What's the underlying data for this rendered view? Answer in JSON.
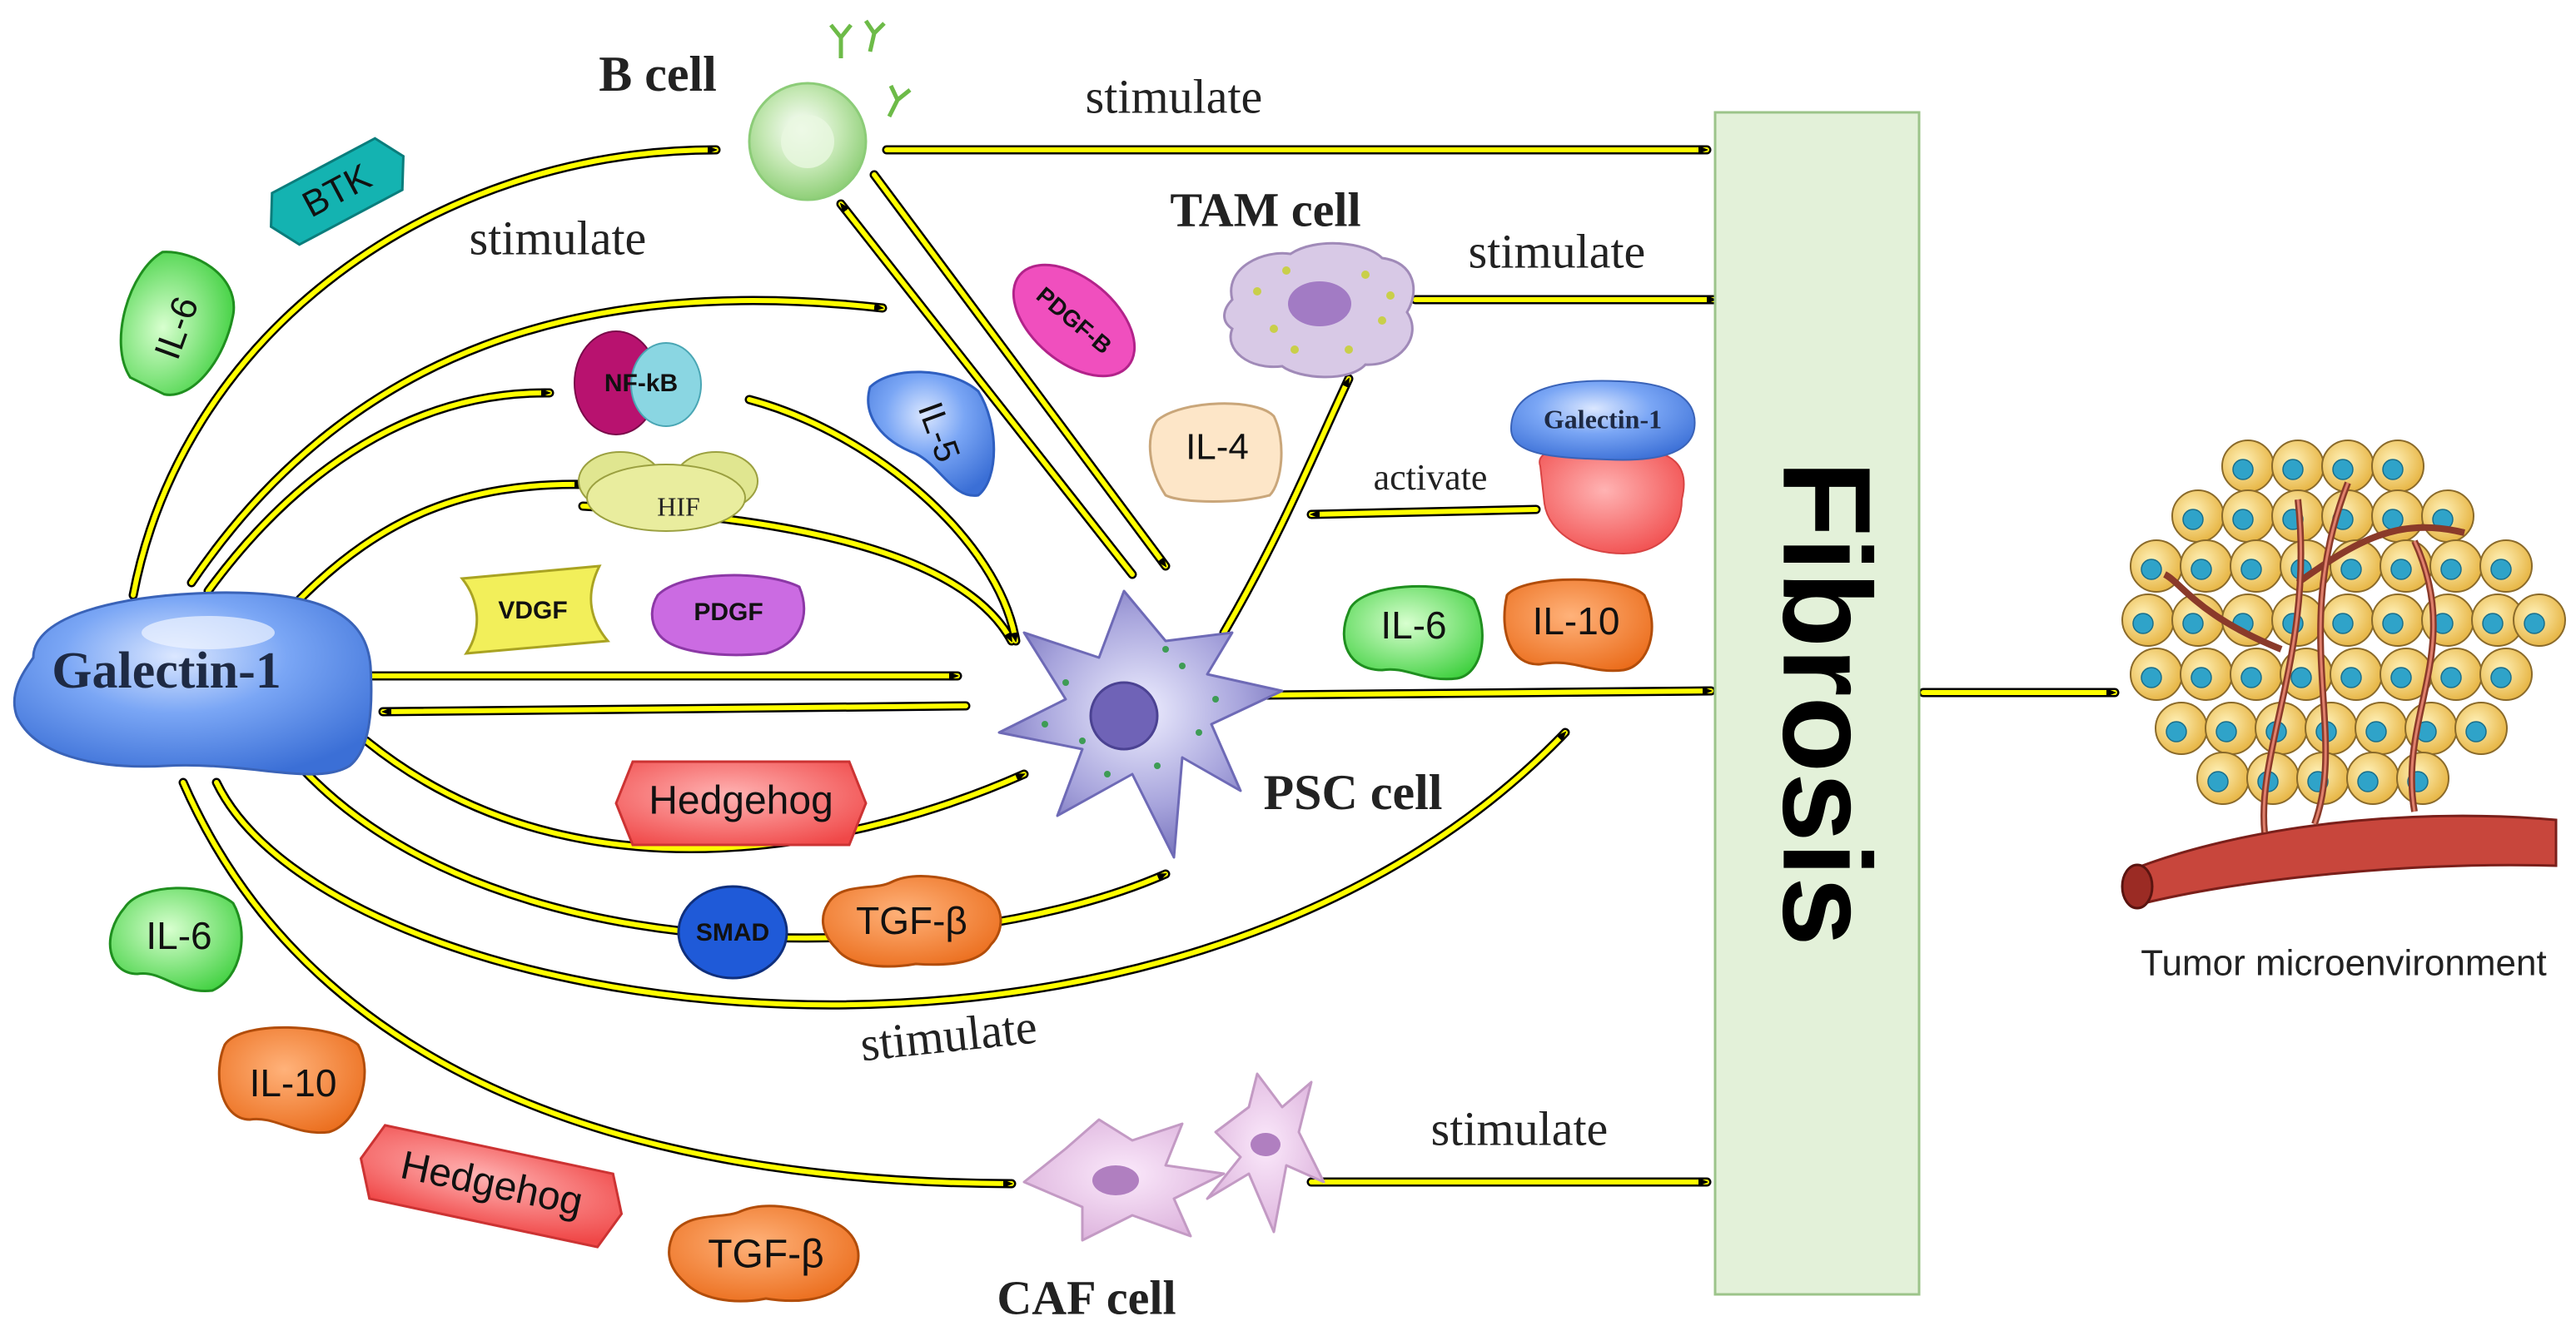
{
  "labels": {
    "b_cell": "B cell",
    "tam_cell": "TAM cell",
    "psc_cell": "PSC cell",
    "caf_cell": "CAF cell",
    "galectin_main": "Galectin-1",
    "galectin_small": "Galectin-1",
    "fibrosis": "Fibrosis",
    "tumor_microenvironment": "Tumor microenvironment"
  },
  "edge_labels": {
    "b_to_fibrosis": "stimulate",
    "tam_to_fibrosis": "stimulate",
    "galectin_to_psc_top": "stimulate",
    "galectin_to_fibrosis_bottom": "stimulate",
    "caf_to_fibrosis": "stimulate",
    "galectin_activates_tam": "activate"
  },
  "molecules": {
    "btk": "BTK",
    "il6_top": "IL-6",
    "nfkb": "NF-kB",
    "hif": "HIF",
    "il5": "IL-5",
    "pdgfb": "PDGF-B",
    "il4": "IL-4",
    "vdgf": "VDGF",
    "pdgf": "PDGF",
    "hedgehog_mid": "Hedgehog",
    "smad": "SMAD",
    "tgfb_mid": "TGF-β",
    "il6_right": "IL-6",
    "il10_right": "IL-10",
    "il6_bottom": "IL-6",
    "il10_bottom": "IL-10",
    "hedgehog_bottom": "Hedgehog",
    "tgfb_bottom": "TGF-β"
  },
  "colors": {
    "arrow_yellow": "#ffff00",
    "arrow_outline": "#000000",
    "fibrosis_fill": "#e3f1d9",
    "galectin_blue": "#5b8def",
    "psc_purple": "#8a87c9",
    "caf_pink": "#e8c6e6"
  }
}
